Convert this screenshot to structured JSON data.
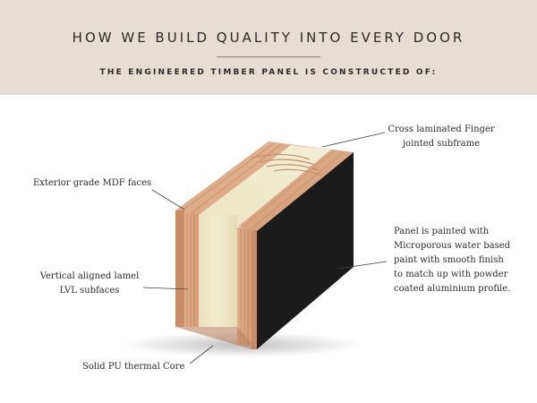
{
  "header": {
    "title": "HOW WE BUILD QUALITY INTO EVERY DOOR",
    "subtitle": "THE ENGINEERED TIMBER PANEL IS CONSTRUCTED OF:"
  },
  "callouts": {
    "subframe": [
      "Cross laminated Finger",
      "jointed subframe"
    ],
    "mdf": [
      "Exterior grade MDF faces"
    ],
    "paint": [
      "Panel is painted with",
      "Microporous water based",
      "paint with smooth finish",
      "to match up with powder",
      "coated aluminium profile."
    ],
    "lvl": [
      "Vertical aligned lamel",
      "LVL subfaces"
    ],
    "core": [
      "Solid PU thermal Core"
    ]
  },
  "colors": {
    "header_bg": "#e6ded2",
    "timber": "#d9a27e",
    "core": "#ece6c4",
    "paint": "#1c1c1c"
  }
}
